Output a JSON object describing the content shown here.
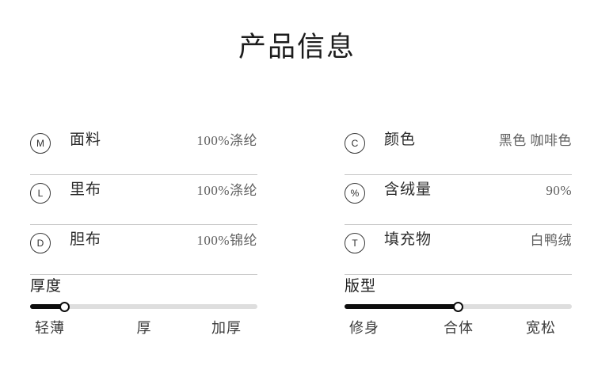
{
  "page": {
    "title": "产品信息",
    "background": "#ffffff",
    "accent": "#0d0d0d",
    "divider_color": "#c9c9c9"
  },
  "specs": {
    "left": [
      {
        "badge": "M",
        "label": "面料",
        "value": "100%涤纶"
      },
      {
        "badge": "L",
        "label": "里布",
        "value": "100%涤纶"
      },
      {
        "badge": "D",
        "label": "胆布",
        "value": "100%锦纶"
      }
    ],
    "right": [
      {
        "badge": "C",
        "label": "颜色",
        "value": "黑色 咖啡色"
      },
      {
        "badge": "%",
        "label": "含绒量",
        "value": "90%"
      },
      {
        "badge": "T",
        "label": "填充物",
        "value": "白鸭绒"
      }
    ]
  },
  "sliders": [
    {
      "title": "厚度",
      "value_percent": 15,
      "ticks": [
        "轻薄",
        "厚",
        "加厚"
      ]
    },
    {
      "title": "版型",
      "value_percent": 50,
      "ticks": [
        "修身",
        "合体",
        "宽松"
      ]
    }
  ]
}
